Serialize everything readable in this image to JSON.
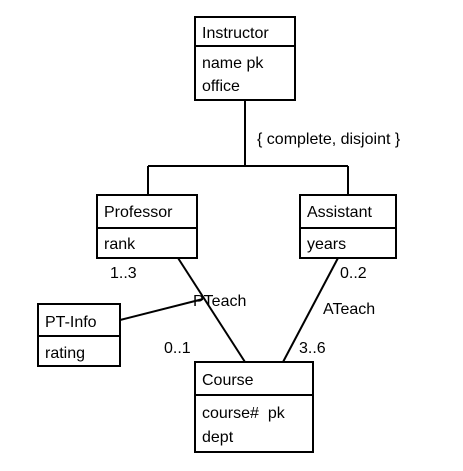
{
  "classes": {
    "instructor": {
      "name": "Instructor",
      "attributes": [
        "name pk",
        "office"
      ]
    },
    "professor": {
      "name": "Professor",
      "attributes": [
        "rank"
      ]
    },
    "assistant": {
      "name": "Assistant",
      "attributes": [
        "years"
      ]
    },
    "pt_info": {
      "name": "PT-Info",
      "attributes": [
        "rating"
      ]
    },
    "course": {
      "name": "Course",
      "attributes": [
        "course#  pk",
        "dept"
      ]
    }
  },
  "generalization": {
    "constraint": "{ complete, disjoint }"
  },
  "associations": {
    "pteach": {
      "name": "PTeach",
      "mult_professor": "1..3",
      "mult_course": "0..1"
    },
    "ateach": {
      "name": "ATeach",
      "mult_assistant": "0..2",
      "mult_course": "3..6"
    }
  }
}
